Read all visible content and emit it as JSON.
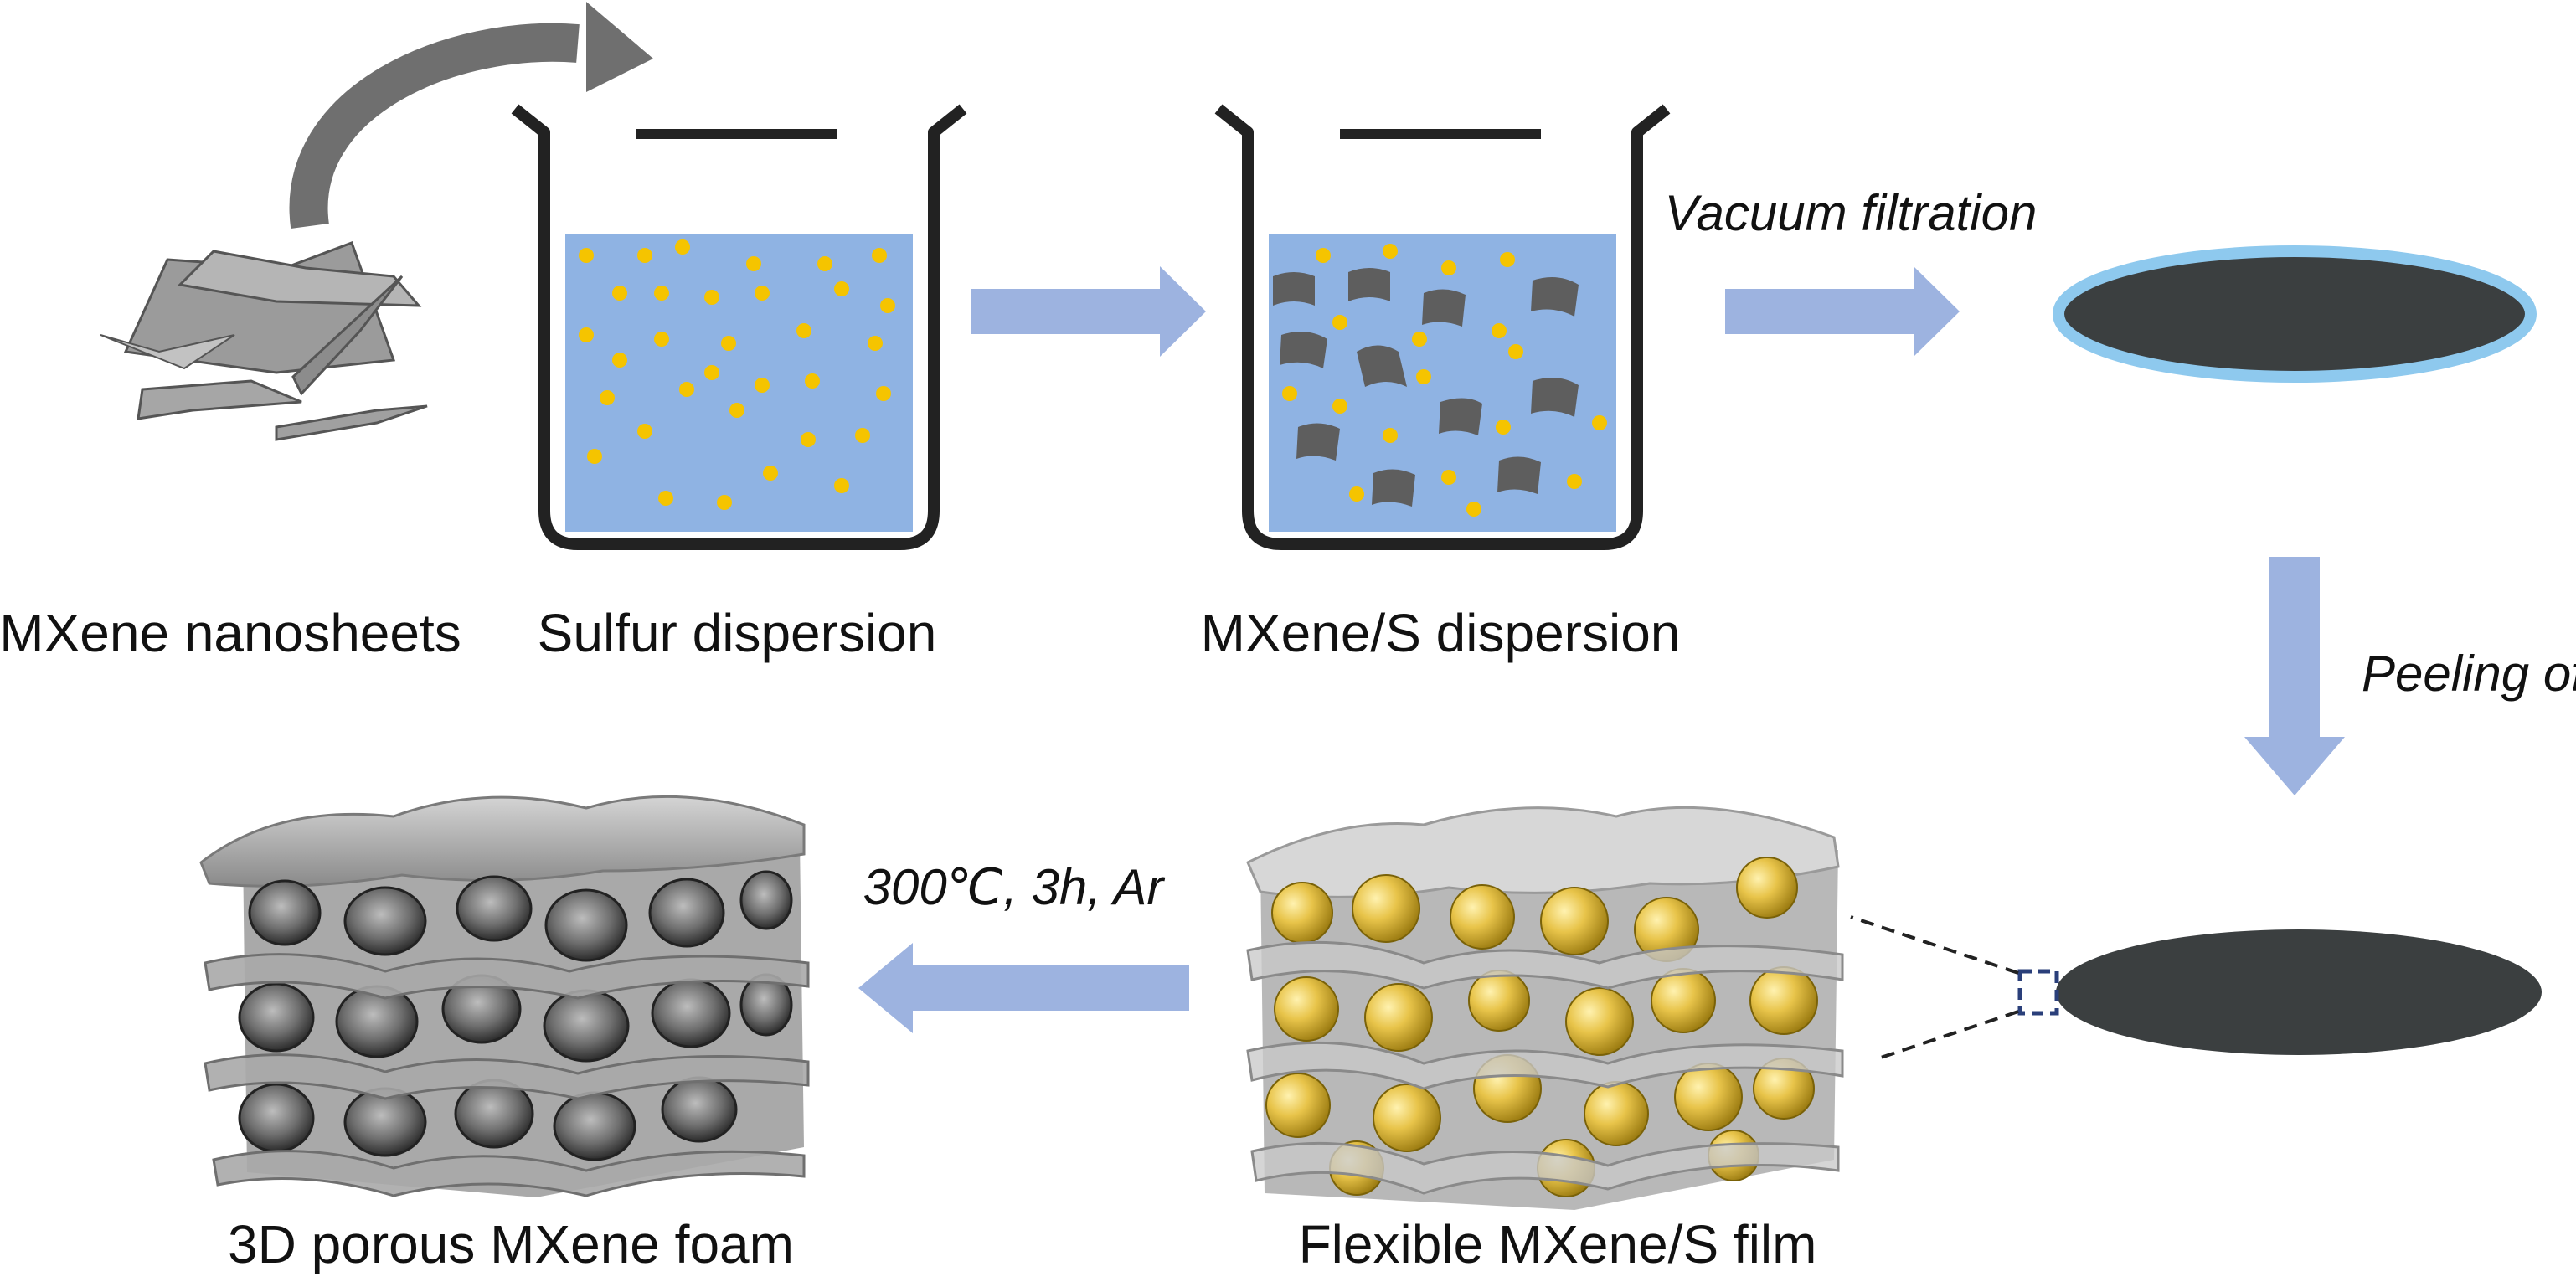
{
  "labels": {
    "mxene_nanosheets": "MXene nanosheets",
    "sulfur_dispersion": "Sulfur dispersion",
    "mxene_s_dispersion": "MXene/S dispersion",
    "flexible_film": "Flexible MXene/S film",
    "porous_foam": "3D porous MXene foam"
  },
  "steps": {
    "vacuum_filtration": "Vacuum filtration",
    "peeling_off": "Peeling off",
    "heat_treatment": "300℃, 3h, Ar"
  },
  "colors": {
    "arrow": "#9db3e0",
    "liquid": "#8fb3e3",
    "sulfur": "#f5c400",
    "mxene_flake": "#5e5e5e",
    "film_dark": "#3b3f40",
    "film_rim": "#8ec9ee",
    "sheet_gray": "#9a9a9a",
    "sphere_gold": "#e8c44a"
  }
}
